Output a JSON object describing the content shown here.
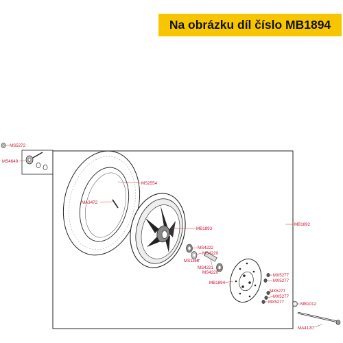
{
  "banner": {
    "text": "Na obrázku díl číslo MB1894"
  },
  "accent_color": "#c8102e",
  "banner_color": "#f7c600",
  "labels": {
    "ms5272": "MS5272",
    "ms4649": "MS4649",
    "ms2554": "MS2554",
    "ma3472": "MA3472",
    "mb1893": "MB1893",
    "mb1892": "MB1892",
    "ms4222": "MS4222",
    "ms4220_a": "MS4220",
    "ms1116": "MS1116",
    "ms4221": "MS4221",
    "ms4220_b": "MS4220",
    "mb1894": "MB1894",
    "mx5277_a": "MX5277",
    "mx5277_b": "MX5277",
    "mx5277_c": "MX5277",
    "mx5277_d": "MX5277",
    "mx5277_e": "MX5277",
    "mb1012": "MB1012",
    "ma4120": "MA4120"
  }
}
